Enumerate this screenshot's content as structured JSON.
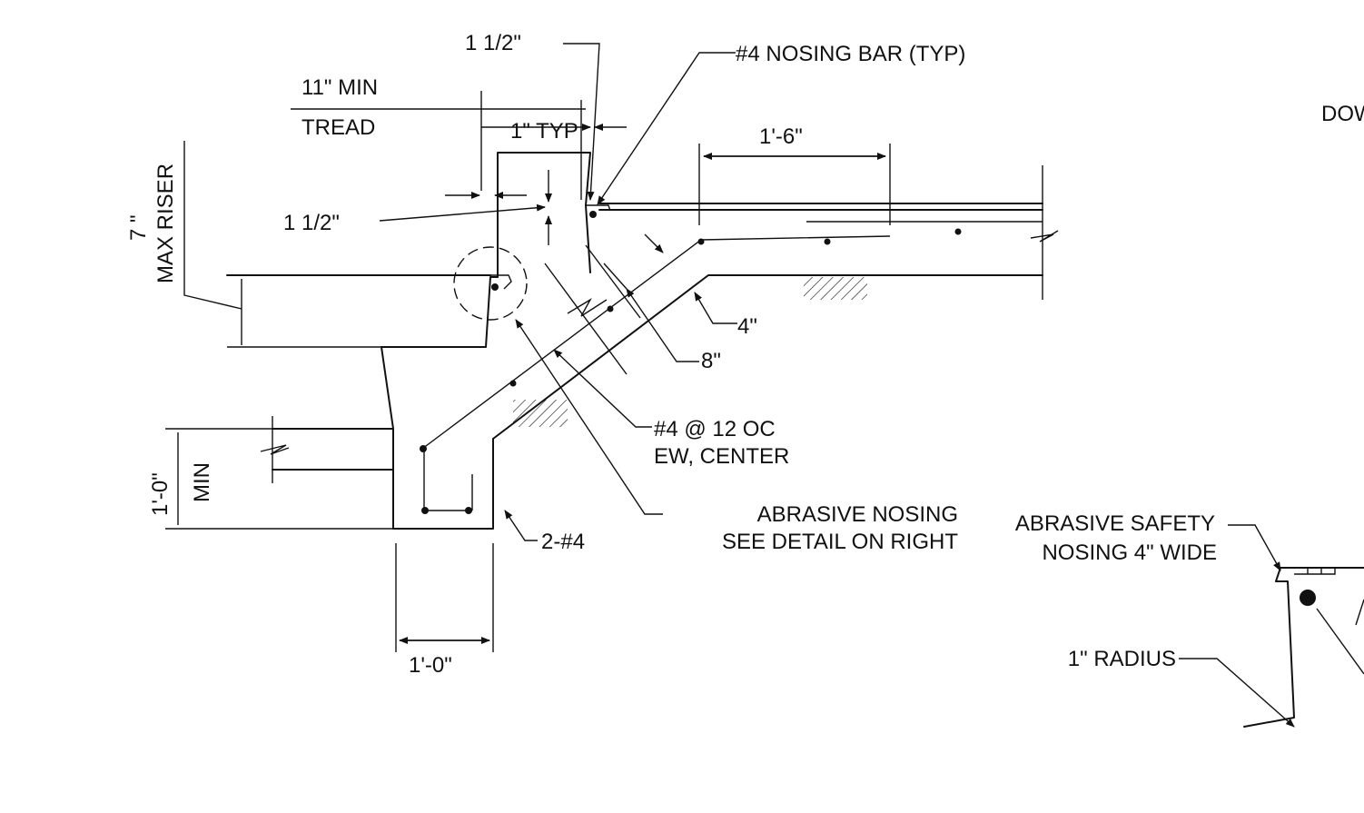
{
  "labels": {
    "nosing_clear_top": "1 1/2\"",
    "nosing_bar": "#4 NOSING BAR (TYP)",
    "tread_min": "11\" MIN",
    "tread": "TREAD",
    "typ_offset": "1\" TYP",
    "landing_length": "1'-6\"",
    "riser_height": "7 \"",
    "max_riser": "MAX RISER",
    "nosing_clear_left": "1 1/2\"",
    "slab_thickness_4": "4\"",
    "slab_thickness_8": "8\"",
    "rebar_line1": "#4 @ 12 OC",
    "rebar_line2": "EW, CENTER",
    "abrasive_line1": "ABRASIVE NOSING",
    "abrasive_line2": "SEE DETAIL ON RIGHT",
    "footing_bars": "2-#4",
    "footing_depth": "1'-0\"",
    "footing_min": "MIN",
    "footing_width": "1'-0\"",
    "detail_safety_line1": "ABRASIVE SAFETY",
    "detail_safety_line2": "NOSING 4\" WIDE",
    "detail_radius": "1\" RADIUS",
    "detail_cut_text": "DOW"
  }
}
